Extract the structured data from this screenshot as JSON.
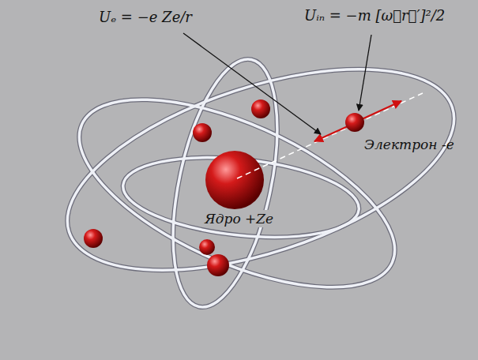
{
  "diagram": {
    "labels": [
      "Uₑ = −e Ze/r",
      "Uᵢₙ = −m [ω⃗r⃗′]²/2",
      "Электрон -e",
      "Ядро +Ze"
    ]
  }
}
